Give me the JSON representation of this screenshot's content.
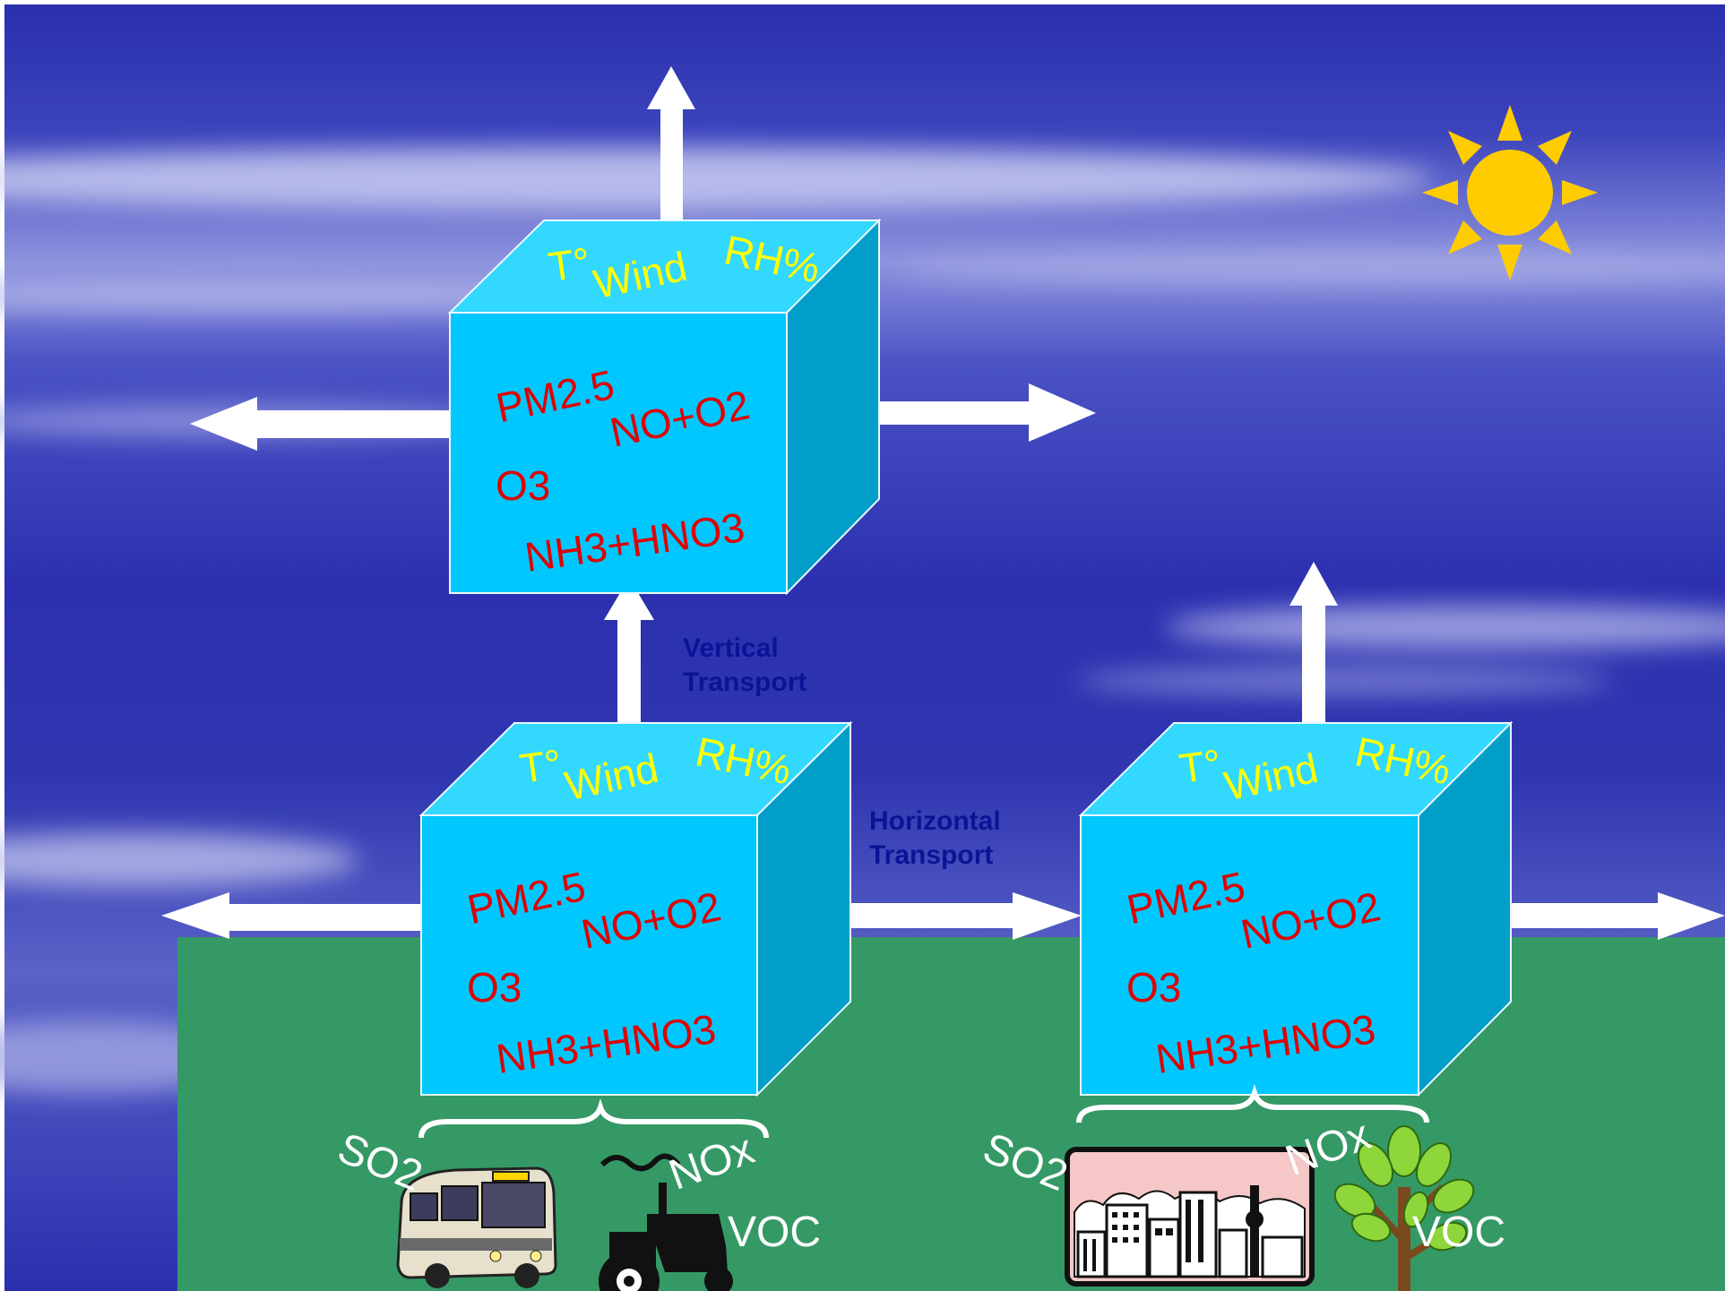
{
  "colors": {
    "sky_dark": "#2a2fae",
    "sky_light": "#c9ccf2",
    "ground": "#359966",
    "cube_front": "#00c8ff",
    "cube_top": "#33d8ff",
    "cube_side": "#009ec8",
    "label_red": "#e10000",
    "label_yellow": "#ffff00",
    "annotation_blue": "#0a1496",
    "sun": "#ffcc00"
  },
  "cells": [
    {
      "top": [
        "T°",
        "Wind",
        "RH%"
      ],
      "species": [
        "PM2.5",
        "NO+O2",
        "O3",
        "NH3+HNO3"
      ]
    },
    {
      "top": [
        "T°",
        "Wind",
        "RH%"
      ],
      "species": [
        "PM2.5",
        "NO+O2",
        "O3",
        "NH3+HNO3"
      ]
    },
    {
      "top": [
        "T°",
        "Wind",
        "RH%"
      ],
      "species": [
        "PM2.5",
        "NO+O2",
        "O3",
        "NH3+HNO3"
      ]
    }
  ],
  "annotations": {
    "vertical": [
      "Vertical",
      "Transport"
    ],
    "horizontal": [
      "Horizontal",
      "Transport"
    ]
  },
  "sources": {
    "left": {
      "so2": "SO2",
      "nox": "NOx",
      "voc": "VOC",
      "icons": [
        "bus-icon",
        "tractor-icon"
      ]
    },
    "right": {
      "so2": "SO2",
      "nox": "NOx",
      "voc": "VOC",
      "icons": [
        "city-icon",
        "tree-icon"
      ]
    }
  }
}
